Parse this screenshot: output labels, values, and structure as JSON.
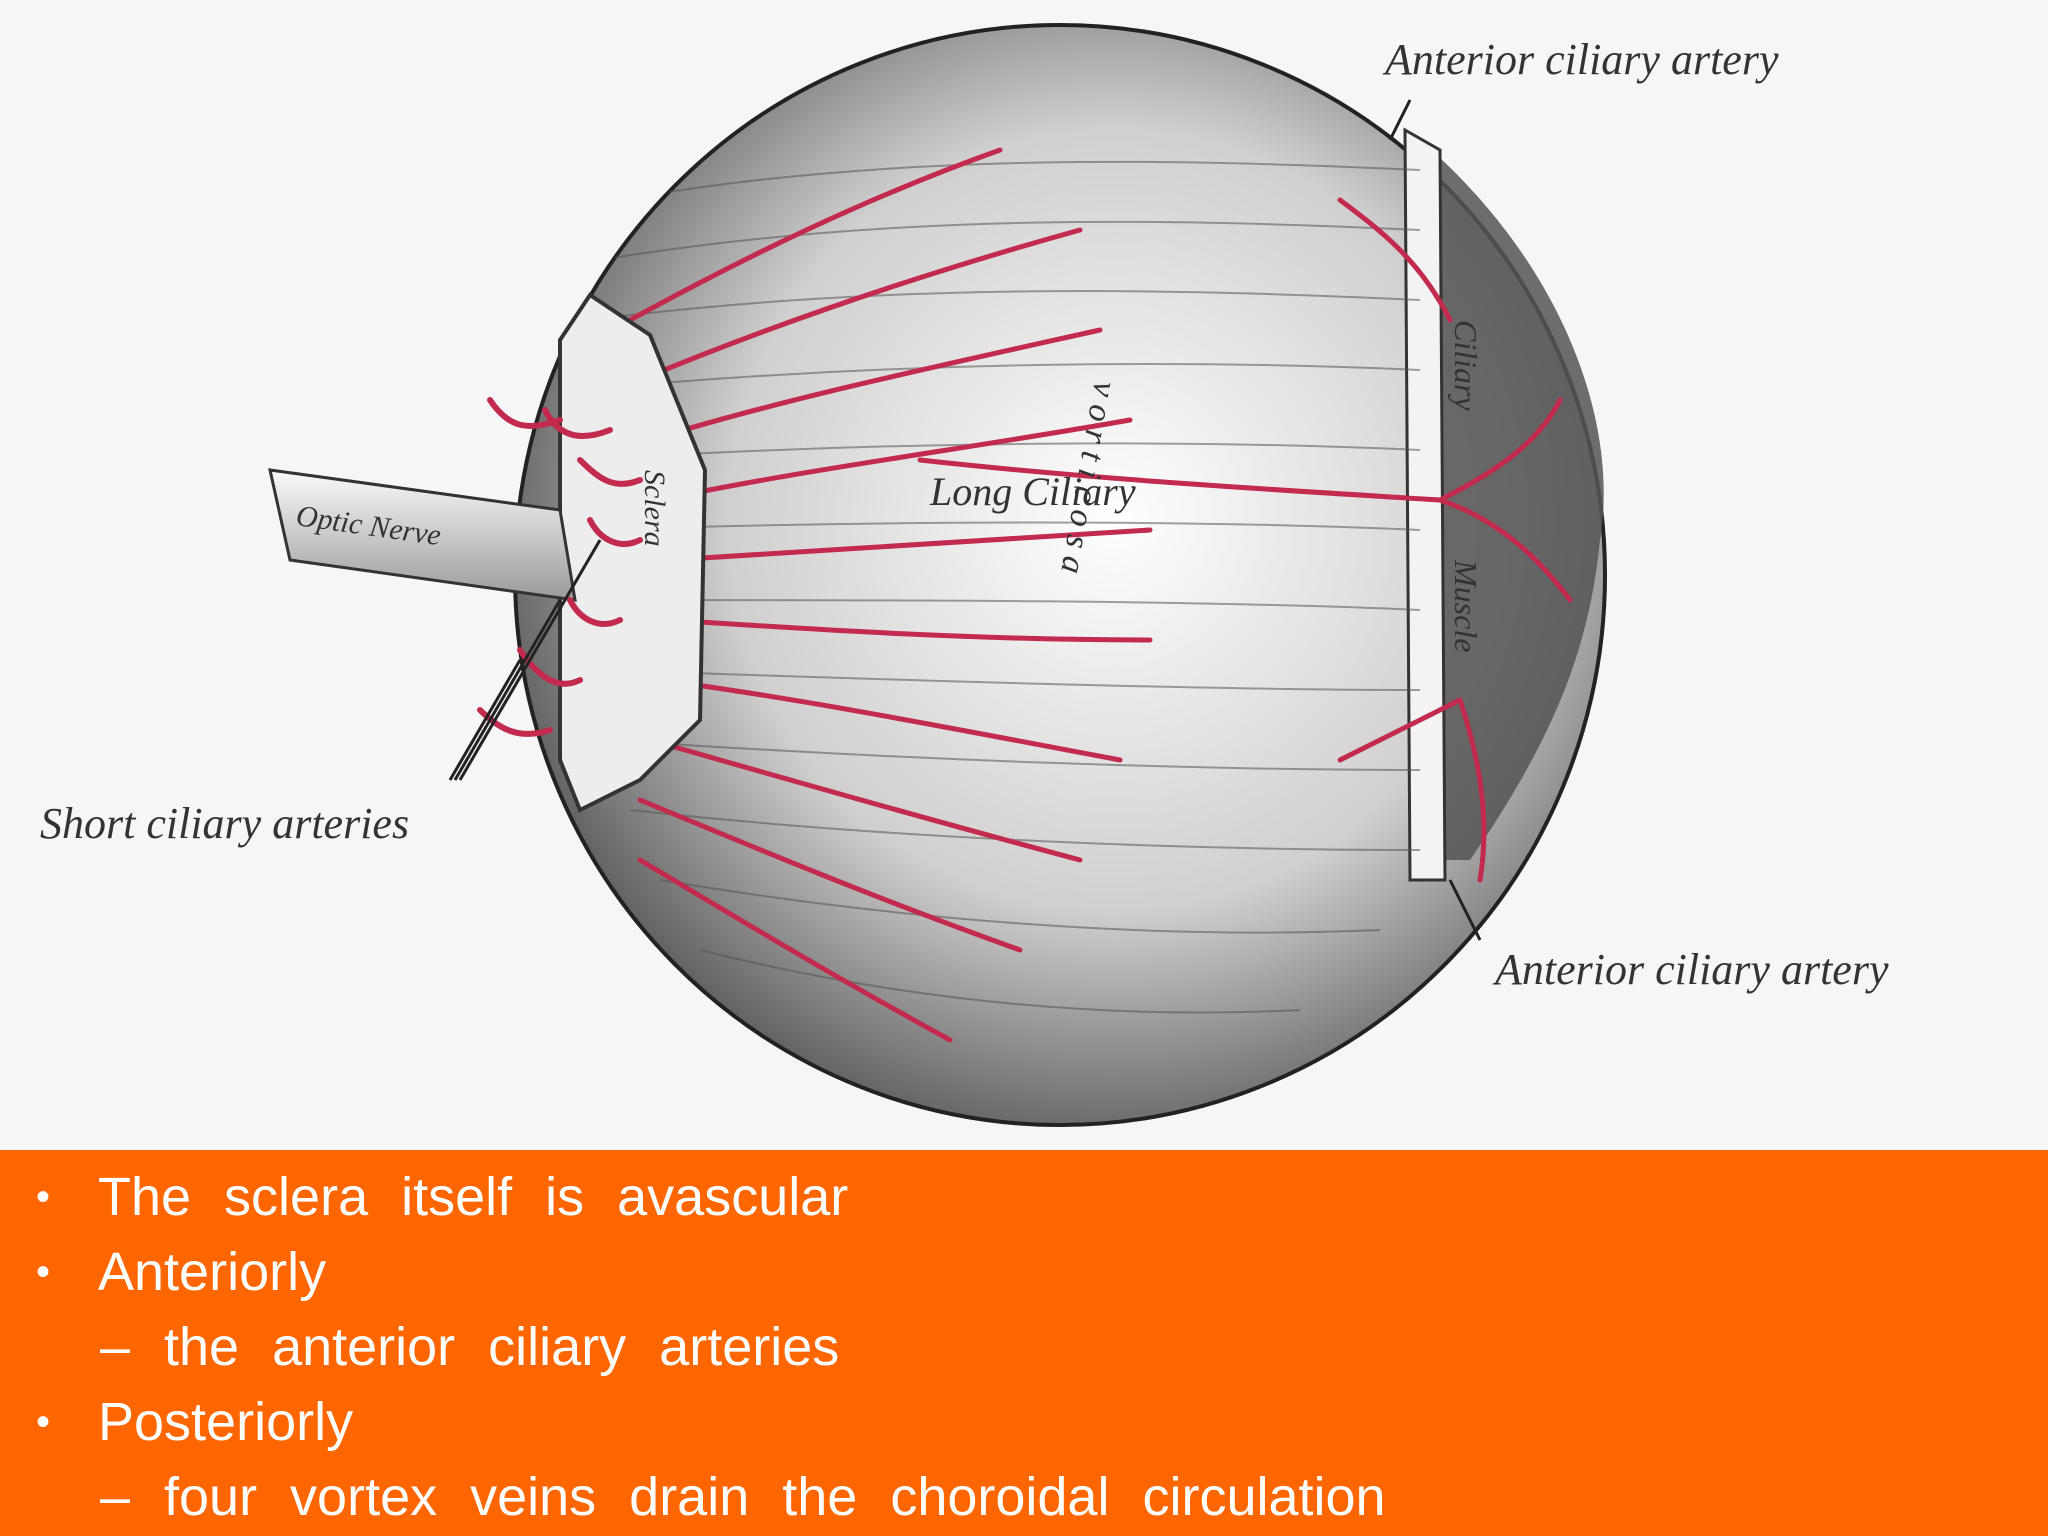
{
  "colors": {
    "band": "#ff6600",
    "bullet_text": "#ffffff",
    "vessel": "#c22a4e",
    "figure_bg": "#f6f6f6"
  },
  "figure": {
    "labels": {
      "anterior_ciliary_artery_top": "Anterior ciliary artery",
      "anterior_ciliary_artery_bottom": "Anterior ciliary artery",
      "short_ciliary_arteries": "Short ciliary arteries",
      "optic_nerve": "Optic Nerve",
      "sclera": "Sclera",
      "long_ciliary": "Long    Ciliary",
      "ciliary_muscle_1": "Ciliary",
      "ciliary_muscle_2": "Muscle",
      "vorticose": "v o r t i c o s a"
    }
  },
  "bullets": [
    {
      "level": 1,
      "marker": "•",
      "text": "The sclera itself is avascular"
    },
    {
      "level": 1,
      "marker": "•",
      "text": "Anteriorly"
    },
    {
      "level": 2,
      "marker": "–",
      "text": "the anterior ciliary arteries"
    },
    {
      "level": 1,
      "marker": "•",
      "text": "Posteriorly"
    },
    {
      "level": 2,
      "marker": "–",
      "text": "four vortex veins drain the choroidal circulation"
    }
  ]
}
